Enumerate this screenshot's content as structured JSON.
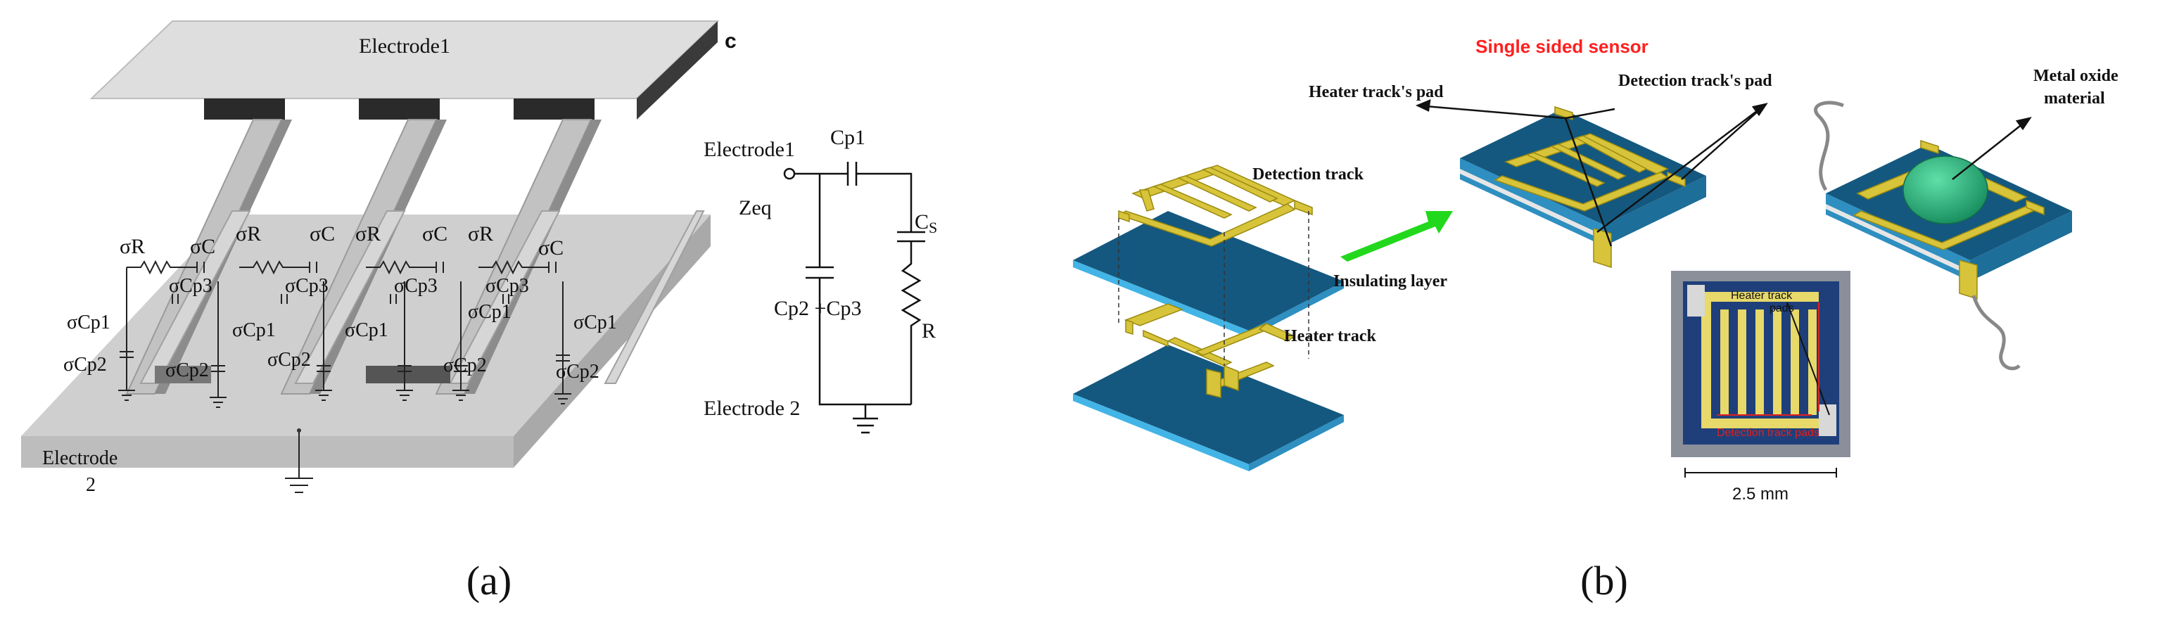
{
  "panel_a": {
    "caption": "(a)",
    "corner_label": "c",
    "electrode1_label": "Electrode1",
    "electrode2_label_line1": "Electrode",
    "electrode2_label_line2": "2",
    "sigma_R": "σR",
    "sigma_C": "σC",
    "sigma_Cp1": "σCp1",
    "sigma_Cp2": "σCp2",
    "sigma_Cp3": "σCp3",
    "circuit": {
      "electrode1": "Electrode1",
      "zeq": "Zeq",
      "cp1": "Cp1",
      "cs": "C",
      "cs_sub": "S",
      "r": "R",
      "cp2cp3": "Cp2 +Cp3",
      "electrode2": "Electrode 2"
    }
  },
  "panel_b": {
    "caption": "(b)",
    "title": "Single sided sensor",
    "heater_pad": "Heater track's pad",
    "detection_pad": "Detection track's pad",
    "metal_oxide_line1": "Metal oxide",
    "metal_oxide_line2": "material",
    "detection_track": "Detection track",
    "insulating_layer": "Insulating layer",
    "heater_track": "Heater track",
    "photo_heater_label_line1": "Heater track",
    "photo_heater_label_line2": "pads",
    "photo_detection_label": "Detection track pads",
    "scale_label": "2.5 mm"
  },
  "colors": {
    "substrate_blue": "#14587f",
    "substrate_edge": "#43b4e6",
    "gold": "#d8c43a",
    "arrow_green": "#22d81c",
    "title_red": "#ff1f1f",
    "droplet": "#22b07a"
  }
}
